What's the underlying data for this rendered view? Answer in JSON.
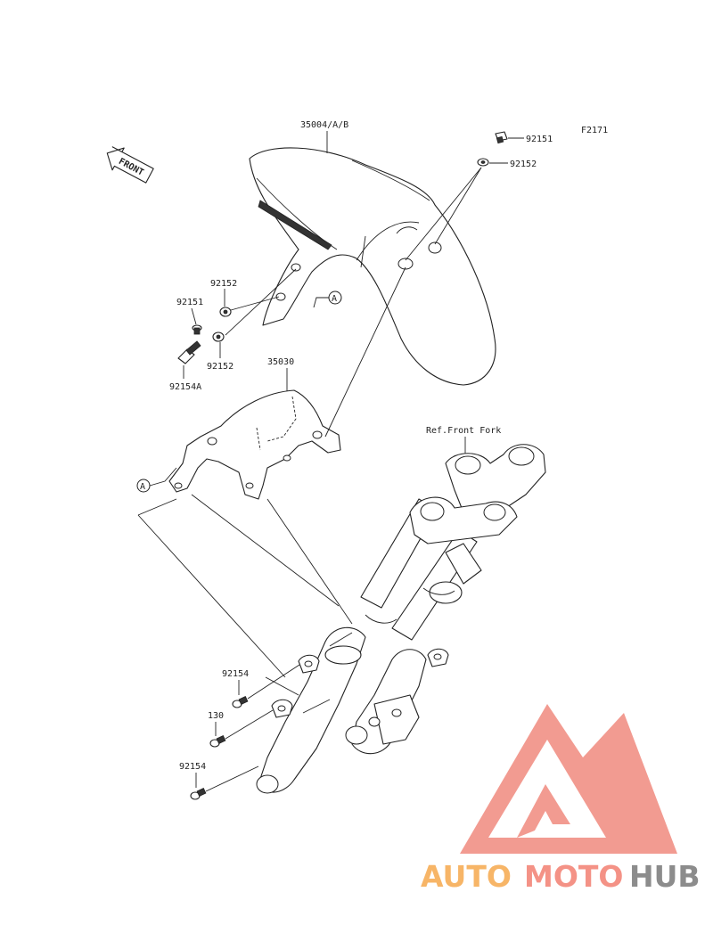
{
  "diagram_code": "F2171",
  "front_label": "FRONT",
  "ref_label": "Ref.Front Fork",
  "callout_a": "A",
  "callouts": {
    "fender": "35004/A/B",
    "bracket": "35030",
    "bolt_top_right": "92151",
    "washer_top_right": "92152",
    "washer_left_upper": "92152",
    "bolt_left": "92151",
    "washer_left_lower": "92152",
    "stud_left": "92154A",
    "bolt_lower_1": "92154",
    "bolt_lower_2": "130",
    "bolt_lower_3": "92154"
  },
  "watermark": {
    "part1": "AUTO",
    "part2": "MOTO",
    "part3": "HUB",
    "colors": {
      "logo": "#f08a7e",
      "auto": "#f7b567",
      "moto": "#f49286",
      "hub": "#8c8c8c"
    }
  }
}
